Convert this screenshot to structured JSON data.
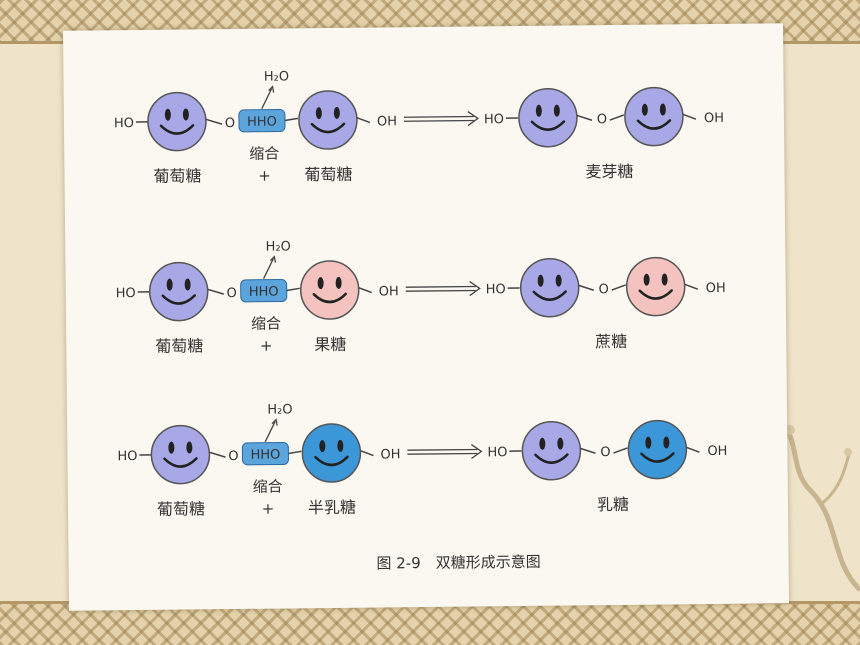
{
  "rows": [
    {
      "left_sugar": "葡萄糖",
      "mid_sugar": "葡萄糖",
      "product": "麦芽糖",
      "right_color": "#a8a8e6"
    },
    {
      "left_sugar": "葡萄糖",
      "mid_sugar": "果糖",
      "product": "蔗糖",
      "right_color": "#f4c3bf"
    },
    {
      "left_sugar": "葡萄糖",
      "mid_sugar": "半乳糖",
      "product": "乳糖",
      "right_color": "#3c97d9"
    }
  ],
  "labels": {
    "water": "H₂O",
    "condense": "缩合",
    "plus": "+",
    "ho": "HO",
    "oh": "OH",
    "o": "O",
    "hho": "HHO"
  },
  "colors": {
    "glucose": "#a8a8e6",
    "fructose": "#f4c3bf",
    "galactose": "#3c97d9",
    "bond_box": "#5ba4dc"
  },
  "caption": "图 2-9　双糖形成示意图"
}
